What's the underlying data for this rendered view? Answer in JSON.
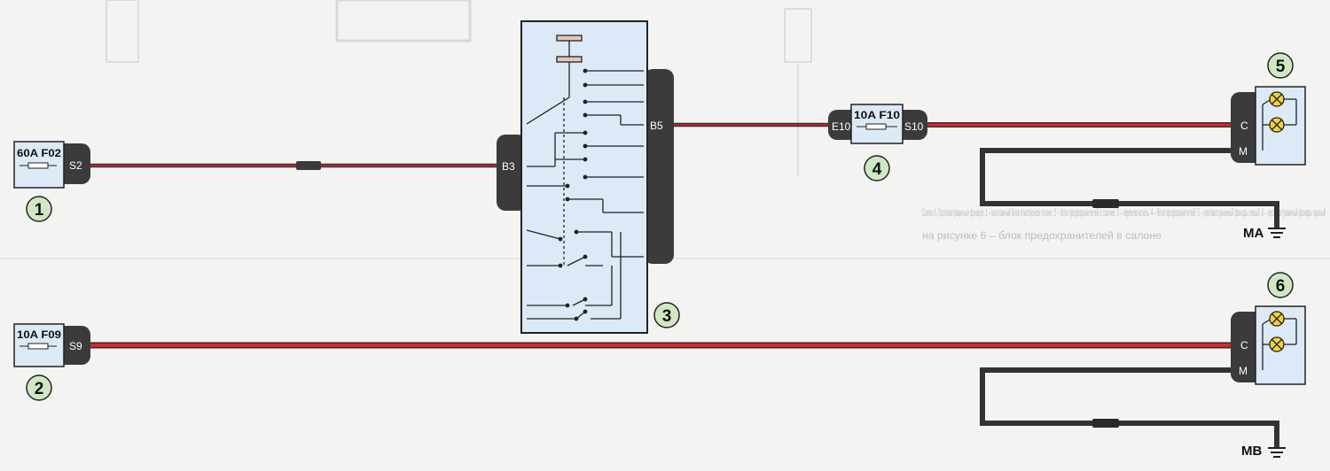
{
  "fuses": {
    "f02": {
      "rating": "60A F02",
      "pin": "S2",
      "number": "1"
    },
    "f09": {
      "rating": "10A F09",
      "pin": "S9",
      "number": "2"
    },
    "f10": {
      "rating": "10A F10",
      "pin_in": "E10",
      "pin_out": "S10",
      "number": "4"
    }
  },
  "switch_block": {
    "number": "3",
    "pin_in": "B3",
    "pin_out": "B5"
  },
  "lamps": {
    "top": {
      "number": "5",
      "pin_c": "C",
      "pin_m": "M"
    },
    "bottom": {
      "number": "6",
      "pin_c": "C",
      "pin_m": "M"
    }
  },
  "grounds": {
    "ma": "MA",
    "mb": "MB"
  },
  "colors": {
    "wire_red": "#d8262c",
    "wire_dark": "#3a2f2f",
    "component_blue": "#dce9f6",
    "connector_dark": "#3b3b3b",
    "lamp_yellow": "#f3d23a",
    "callout_green": "#cfe8c3"
  },
  "background_caption": {
    "line1": "Схема 6. Противотуманные фонари: 1 – монтажный блок в моторном отсеке; 2 – блок предохранителей в салоне; 3 – переключатель; 4 – блок предохранителей; 5 – противотуманный фонарь левый; 6 – противотуманный фонарь правый",
    "line2": "на рисунке 6 – блок предохранителей в салоне"
  }
}
